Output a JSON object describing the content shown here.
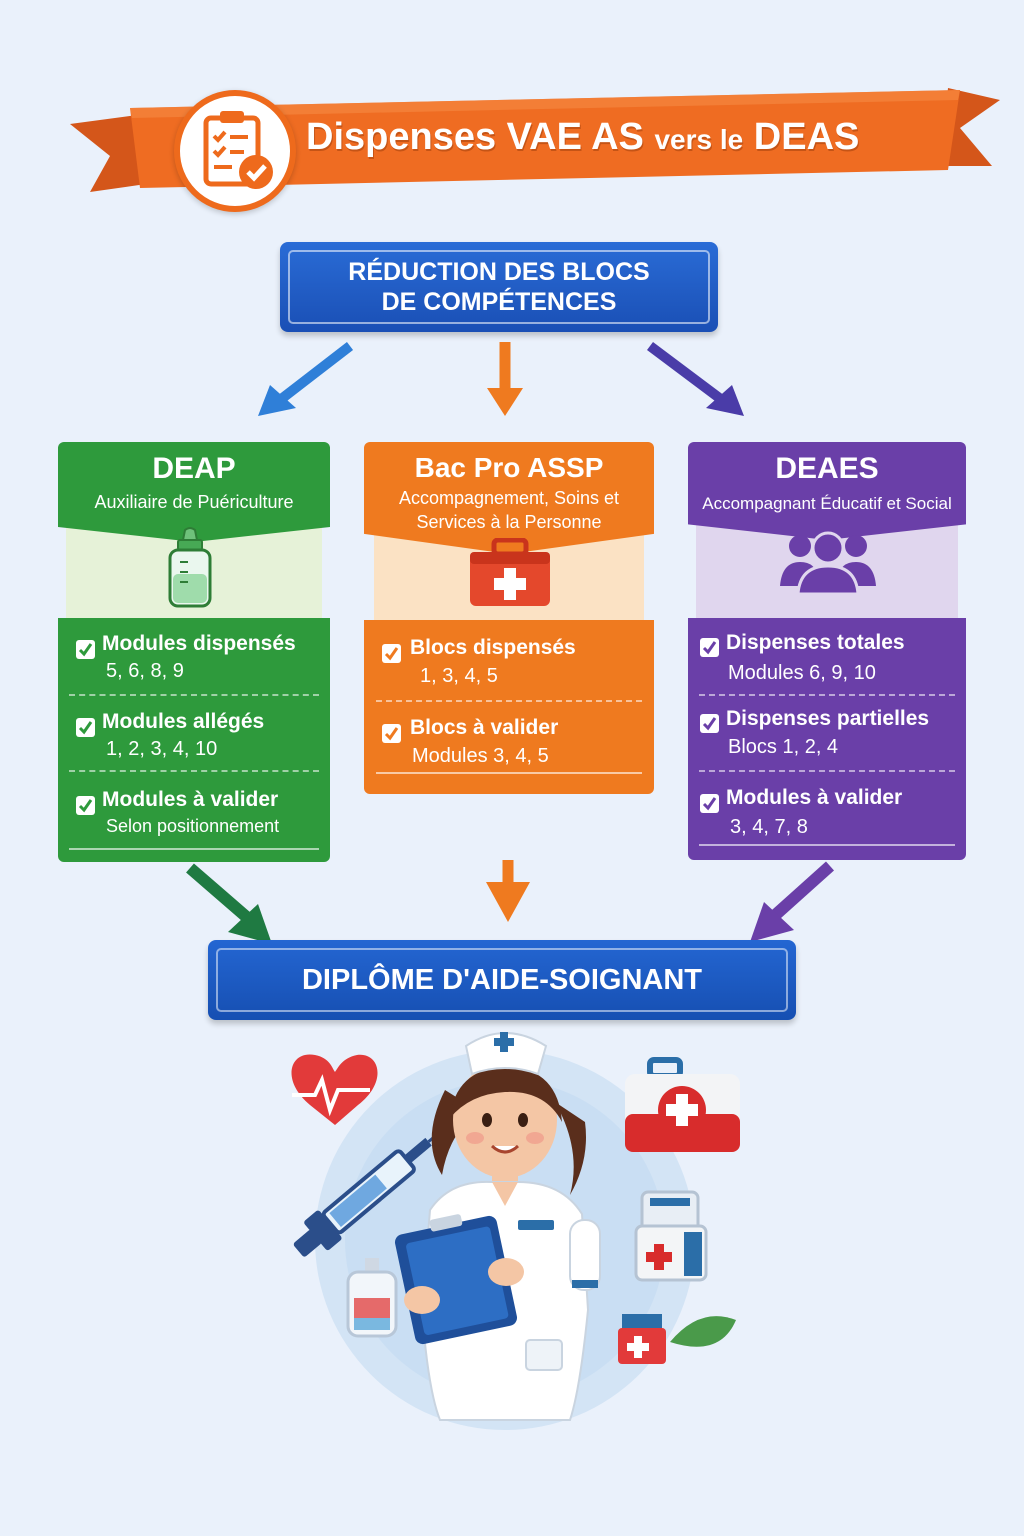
{
  "title": {
    "main": "Dispenses VAE AS",
    "middle": "vers le",
    "end": "DEAS"
  },
  "top_box": {
    "line1": "RÉDUCTION DES BLOCS",
    "line2": "DE COMPÉTENCES"
  },
  "cards": [
    {
      "title": "DEAP",
      "subtitle1": "Auxiliaire de Puériculture",
      "subtitle2": "",
      "color": "#2e9a3c",
      "light_color": "#e6f2d8",
      "icon": "baby-bottle-icon",
      "items": [
        {
          "label": "Modules dispensés",
          "value": "5, 6, 8, 9"
        },
        {
          "label": "Modules allégés",
          "value": "1, 2, 3, 4, 10"
        },
        {
          "label": "Modules à valider",
          "value": "Selon positionnement"
        }
      ]
    },
    {
      "title": "Bac Pro ASSP",
      "subtitle1": "Accompagnement, Soins et",
      "subtitle2": "Services à la Personne",
      "color": "#ef7a1f",
      "light_color": "#fbe2c4",
      "icon": "first-aid-kit-icon",
      "items": [
        {
          "label": "Blocs dispensés",
          "value": "1, 3, 4, 5"
        },
        {
          "label": "Blocs à valider",
          "value": "Modules 3, 4, 5"
        }
      ]
    },
    {
      "title": "DEAES",
      "subtitle1": "Accompagnant Éducatif et Social",
      "subtitle2": "",
      "color": "#6a3fa8",
      "light_color": "#e0d6ee",
      "icon": "group-of-people-icon",
      "items": [
        {
          "label": "Dispenses totales",
          "value": "Modules 6, 9, 10"
        },
        {
          "label": "Dispenses partielles",
          "value": "Blocs 1, 2, 4"
        },
        {
          "label": "Modules à valider",
          "value": "3, 4, 7, 8"
        }
      ]
    }
  ],
  "bottom_box": {
    "label": "DIPLÔME D'AIDE-SOIGNANT"
  },
  "colors": {
    "orange": "#ee6a1c",
    "blue": "#1a55bd",
    "green": "#2e9a3c",
    "purple": "#6a3fa8"
  }
}
